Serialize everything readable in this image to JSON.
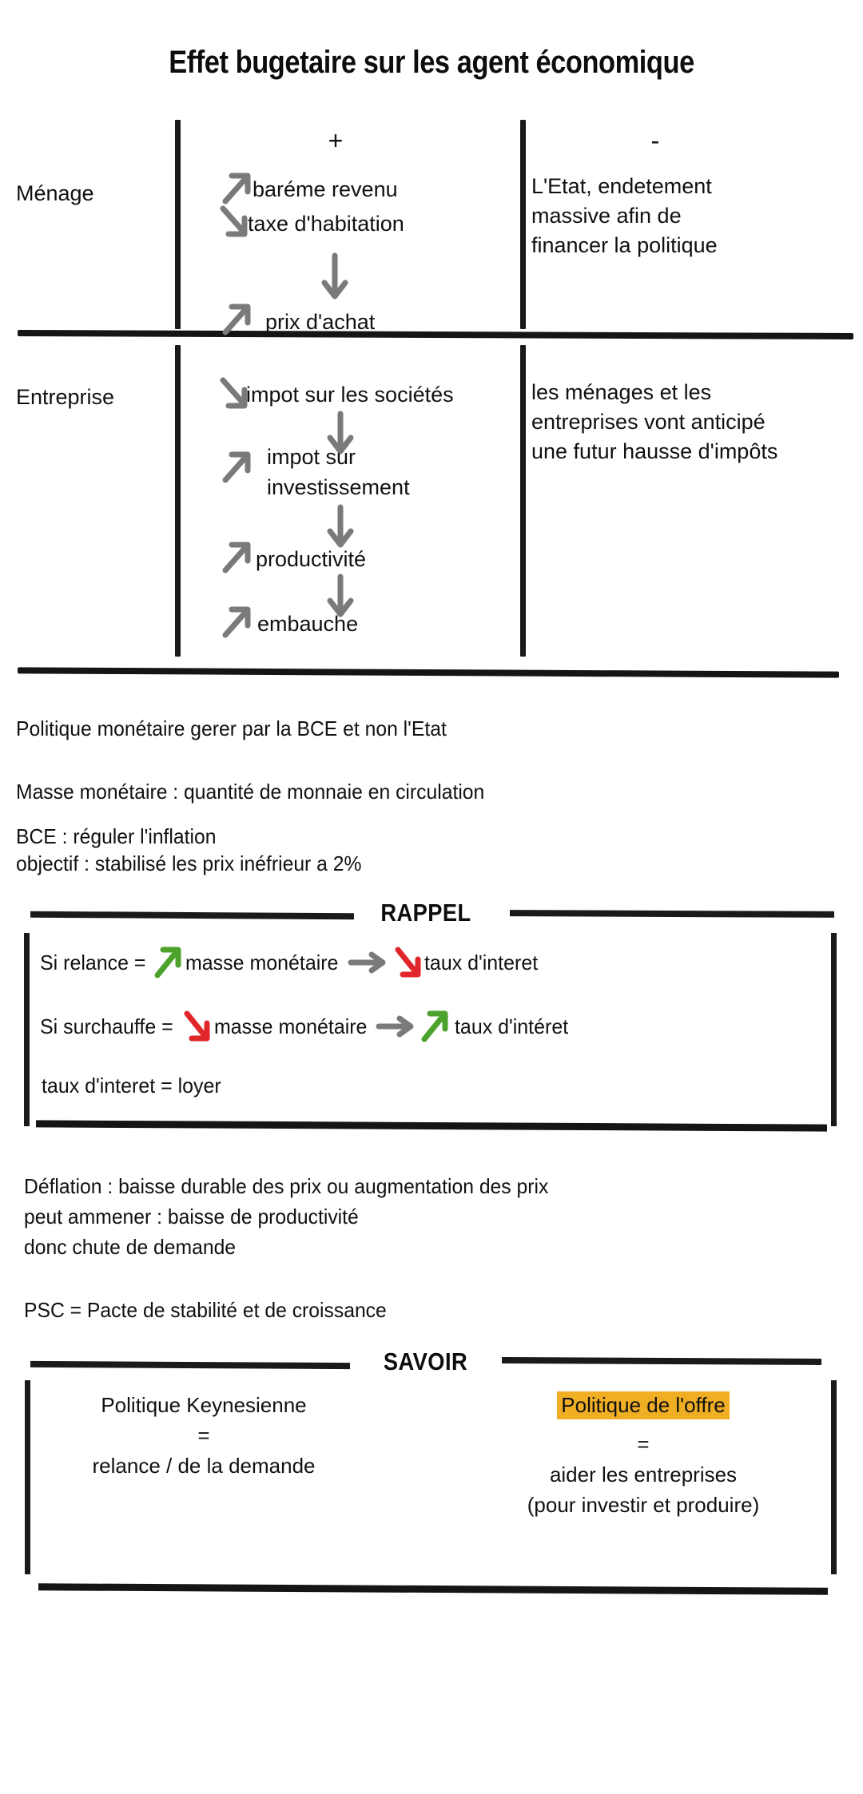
{
  "title": "Effet bugetaire sur les agent économique",
  "table": {
    "col_headers": {
      "positive": "+",
      "negative": "-"
    },
    "rows": [
      {
        "label": "Ménage",
        "positive_items": [
          {
            "arrow": "arrow-up-right-icon",
            "text": "baréme revenu"
          },
          {
            "arrow": "arrow-down-right-icon",
            "text": "taxe d'habitation"
          },
          {
            "arrow": "arrow-down-icon",
            "text": ""
          },
          {
            "arrow": "arrow-up-right-icon",
            "text": "prix d'achat"
          }
        ],
        "negative_text": "L'Etat, endetement\n massive afin de\nfinancer la politique"
      },
      {
        "label": "Entreprise",
        "positive_items": [
          {
            "arrow": "arrow-down-right-icon",
            "text": "impot sur les sociétés"
          },
          {
            "arrow": "arrow-down-icon",
            "text": ""
          },
          {
            "arrow": "arrow-up-right-icon",
            "text": "impot sur\ninvestissement"
          },
          {
            "arrow": "arrow-down-icon",
            "text": ""
          },
          {
            "arrow": "arrow-up-right-icon",
            "text": "productivité"
          },
          {
            "arrow": "arrow-down-icon",
            "text": ""
          },
          {
            "arrow": "arrow-up-right-icon",
            "text": "embauche"
          }
        ],
        "negative_text": "les ménages et les\nentreprises vont anticipé\nune futur hausse d'impôts"
      }
    ]
  },
  "notes": {
    "line1": "Politique monétaire gerer par la BCE et non l'Etat",
    "line2": "Masse monétaire : quantité de monnaie en circulation",
    "line3": "BCE : réguler l'inflation\nobjectif : stabilisé les prix inéfrieur a 2%"
  },
  "rappel": {
    "label": "RAPPEL",
    "row1": {
      "prefix": "Si relance =",
      "arrow1": "arrow-up-right-green-icon",
      "middle": "masse monétaire",
      "connector": "arrow-right-gray-icon",
      "arrow2": "arrow-down-right-red-icon",
      "suffix": "taux d'interet"
    },
    "row2": {
      "prefix": "Si surchauffe =",
      "arrow1": "arrow-down-right-red-icon",
      "middle": "masse monétaire",
      "connector": "arrow-right-gray-icon",
      "arrow2": "arrow-up-right-green-icon",
      "suffix": "taux d'intéret"
    },
    "row3": "taux d'interet = loyer"
  },
  "deflation": {
    "block": "Déflation : baisse durable des prix ou augmentation des prix\npeut ammener : baisse de productivité\ndonc chute de demande",
    "psc": "PSC = Pacte de stabilité et de croissance"
  },
  "savoir": {
    "label": "SAVOIR",
    "left": {
      "heading": "Politique Keynesienne",
      "equals": "=",
      "body": "relance / de la demande"
    },
    "right": {
      "heading": "Politique de l'offre",
      "equals": "=",
      "body": "aider les entreprises\n(pour investir et produire)"
    }
  },
  "colors": {
    "ink": "#111111",
    "arrow_gray": "#7a7a7a",
    "arrow_green": "#4ca22b",
    "arrow_red": "#e0262a",
    "highlight": "#efae24"
  }
}
